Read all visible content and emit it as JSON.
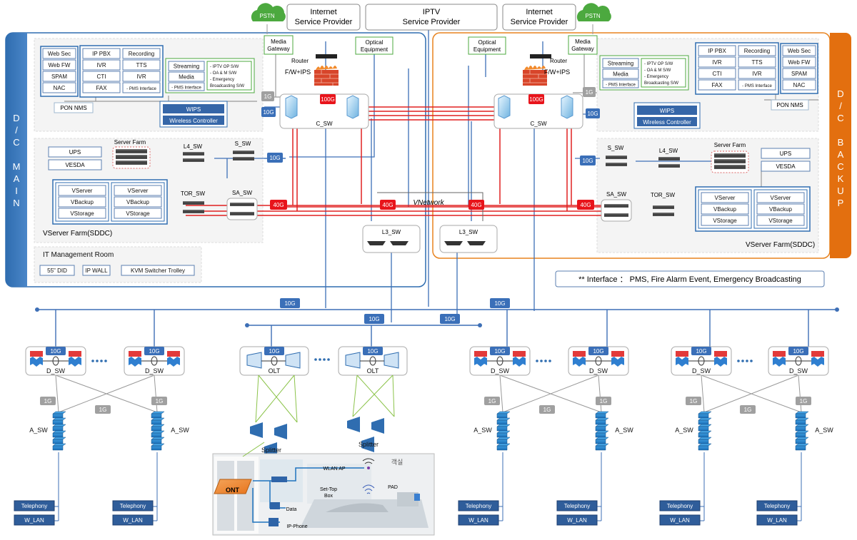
{
  "providers": {
    "internet_left": [
      "Internet",
      "Service Provider"
    ],
    "iptv": [
      "IPTV",
      "Service Provider"
    ],
    "internet_right": [
      "Internet",
      "Service Provider"
    ],
    "pstn": "PSTN"
  },
  "dc_main": {
    "side_label": [
      "D",
      "/",
      "C",
      "",
      "M",
      "A",
      "I",
      "N"
    ],
    "media_gateway": [
      "Media",
      "Gateway"
    ],
    "optical_equipment": [
      "Optical",
      "Equipment"
    ],
    "router": "Router",
    "fw_ips": "F/W+IPS",
    "security": [
      "Web Sec",
      "Web FW",
      "SPAM",
      "NAC"
    ],
    "pbx": [
      "IP PBX",
      "Recording",
      "IVR",
      "TTS",
      "CTI",
      "IVR",
      "FAX",
      "- PMS Interface"
    ],
    "streaming": [
      "Streaming",
      "Media",
      "- PMS Interface"
    ],
    "iptv_notes": [
      "- IPTV OP S/W",
      "- OA & M S/W",
      "- Emergency",
      "Broadcasting S/W"
    ],
    "pon_nms": "PON NMS",
    "wips": "WIPS",
    "wireless_controller": "Wireless Controller",
    "ups": "UPS",
    "vesda": "VESDA",
    "server_farm": "Server Farm",
    "l4_sw": "L4_SW",
    "s_sw": "S_SW",
    "tor_sw": "TOR_SW",
    "sa_sw": "SA_SW",
    "c_sw": "C_SW",
    "vservers": [
      "VServer",
      "VBackup",
      "VStorage"
    ],
    "vserver_farm": "VServer Farm(SDDC)",
    "it_room_title": "IT Management Room",
    "it_room_items": [
      "55\" DID",
      "IP WALL",
      "KVM Switcher Trolley"
    ]
  },
  "dc_backup": {
    "side_label": [
      "D",
      "/",
      "C",
      "",
      "B",
      "A",
      "C",
      "K",
      "U",
      "P"
    ],
    "optical_equipment": [
      "Optical",
      "Equipment"
    ],
    "media_gateway": [
      "Media",
      "Gateway"
    ],
    "router": "Router",
    "fw_ips": "F/W+IPS",
    "streaming": [
      "Streaming",
      "Media",
      "- PMS Interface"
    ],
    "iptv_notes": [
      "- IPTV OP S/W",
      "- OA & M S/W",
      "- Emergency",
      "Broadcasting S/W"
    ],
    "pbx": [
      "IP PBX",
      "Recording",
      "IVR",
      "TTS",
      "CTI",
      "IVR",
      "FAX",
      "- PMS Interface"
    ],
    "security": [
      "Web Sec",
      "Web FW",
      "SPAM",
      "NAC"
    ],
    "pon_nms": "PON NMS",
    "wips": "WIPS",
    "wireless_controller": "Wireless Controller",
    "ups": "UPS",
    "vesda": "VESDA",
    "server_farm": "Server Farm",
    "l4_sw": "L4_SW",
    "s_sw": "S_SW",
    "tor_sw": "TOR_SW",
    "sa_sw": "SA_SW",
    "c_sw": "C_SW",
    "vservers": [
      "VServer",
      "VBackup",
      "VStorage"
    ],
    "vserver_farm": "VServer Farm(SDDC)"
  },
  "links": {
    "g100": "100G",
    "g40": "40G",
    "g10": "10G",
    "g1": "1G"
  },
  "vnetwork": "VNetwork",
  "l3_sw": "L3_SW",
  "interface_note": "** Interface ： PMS,   Fire Alarm Event, Emergency Broadcasting",
  "access": {
    "d_sw": "D_SW",
    "a_sw": "A_SW",
    "olt": "OLT",
    "splitter": "Splitter",
    "telephony": "Telephony",
    "w_lan": "W_LAN"
  },
  "room": {
    "ont": "ONT",
    "wlan_ap": "WLAN AP",
    "guest_room": "객실",
    "set_top": [
      "Set-Top",
      "Box"
    ],
    "pad": "PAD",
    "data": "Data",
    "ip_phone": "IP-Phone"
  }
}
